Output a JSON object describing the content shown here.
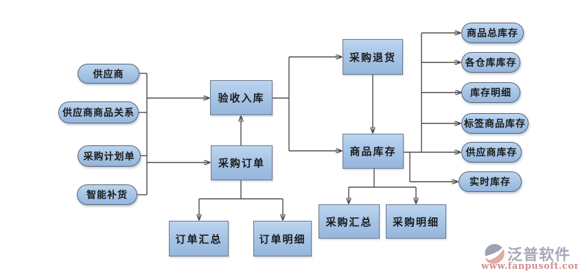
{
  "nodes": {
    "supplier": "供应商",
    "supplier_product_relation": "供应商商品关系",
    "purchase_plan": "采购计划单",
    "smart_replenish": "智能补货",
    "acceptance_inbound": "验收入库",
    "purchase_order": "采购订单",
    "order_summary": "订单汇总",
    "order_detail": "订单明细",
    "purchase_return": "采购退货",
    "goods_inventory": "商品库存",
    "purchase_summary": "采购汇总",
    "purchase_detail": "采购明细",
    "total_goods_inventory": "商品总库存",
    "warehouse_inventory": "各仓库库存",
    "inventory_detail": "库存明细",
    "tagged_goods_inventory": "标签商品库存",
    "supplier_inventory": "供应商库存",
    "realtime_inventory": "实时库存"
  },
  "watermark": {
    "brand": "泛普软件",
    "url": "www.fanpusoft.com"
  },
  "icons": {
    "brand_logo": "fanpu-circle-logo"
  },
  "colors": {
    "node_fill_top": "#bcd5ef",
    "node_fill_bottom": "#95b6dc",
    "node_border": "#5f6e80",
    "connector": "#4a4a4a",
    "brand_gray": "#979aac",
    "brand_red": "#c87b7b",
    "logo_gray": "#8d93a5",
    "logo_salmon": "#d99e90"
  }
}
